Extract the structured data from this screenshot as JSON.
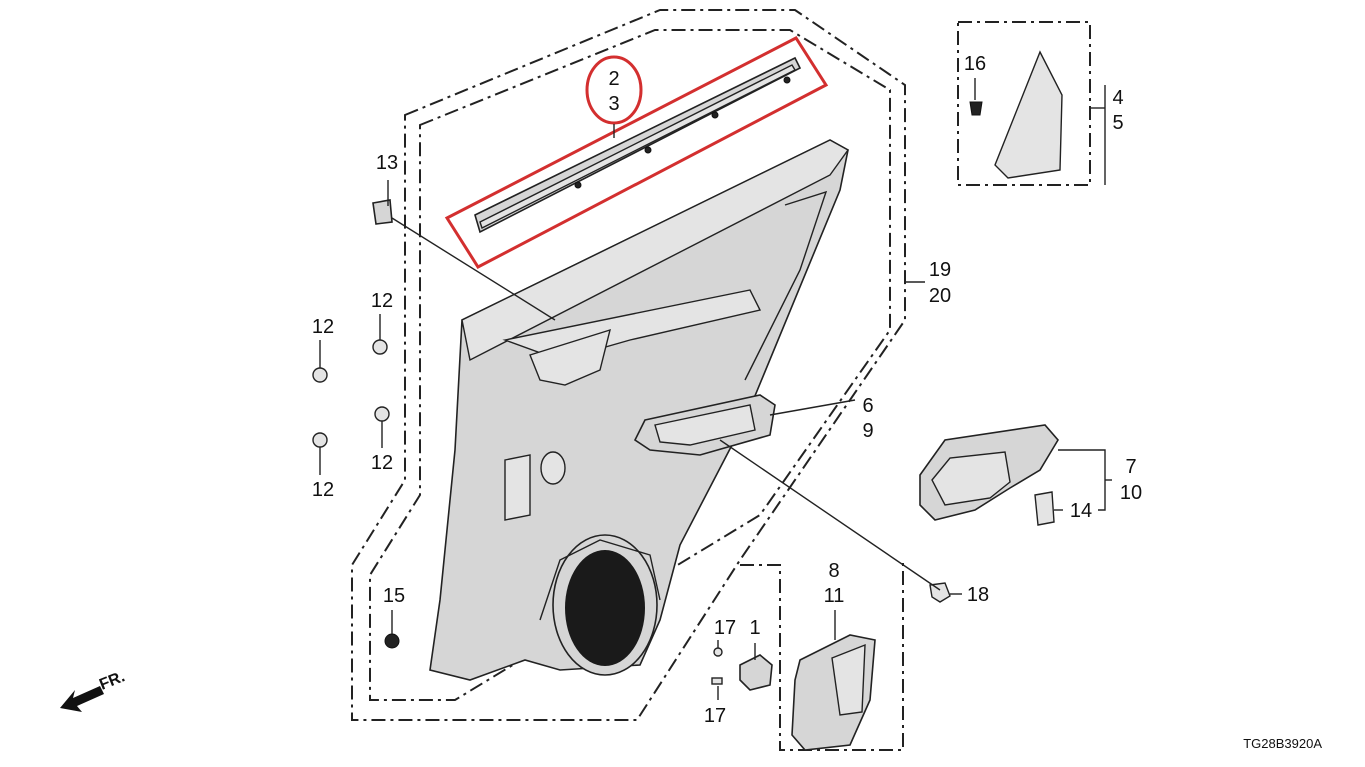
{
  "callouts": {
    "c2": "2",
    "c3": "3",
    "c4": "4",
    "c5": "5",
    "c6": "6",
    "c9": "9",
    "c7": "7",
    "c10": "10",
    "c8": "8",
    "c11": "11",
    "c1": "1",
    "c12a": "12",
    "c12b": "12",
    "c12c": "12",
    "c12d": "12",
    "c13": "13",
    "c14": "14",
    "c15": "15",
    "c16": "16",
    "c17a": "17",
    "c17b": "17",
    "c18": "18",
    "c19": "19",
    "c20": "20"
  },
  "front_indicator": "FR.",
  "diagram_code": "TG28B3920A",
  "highlight_color": "#d32f2f"
}
